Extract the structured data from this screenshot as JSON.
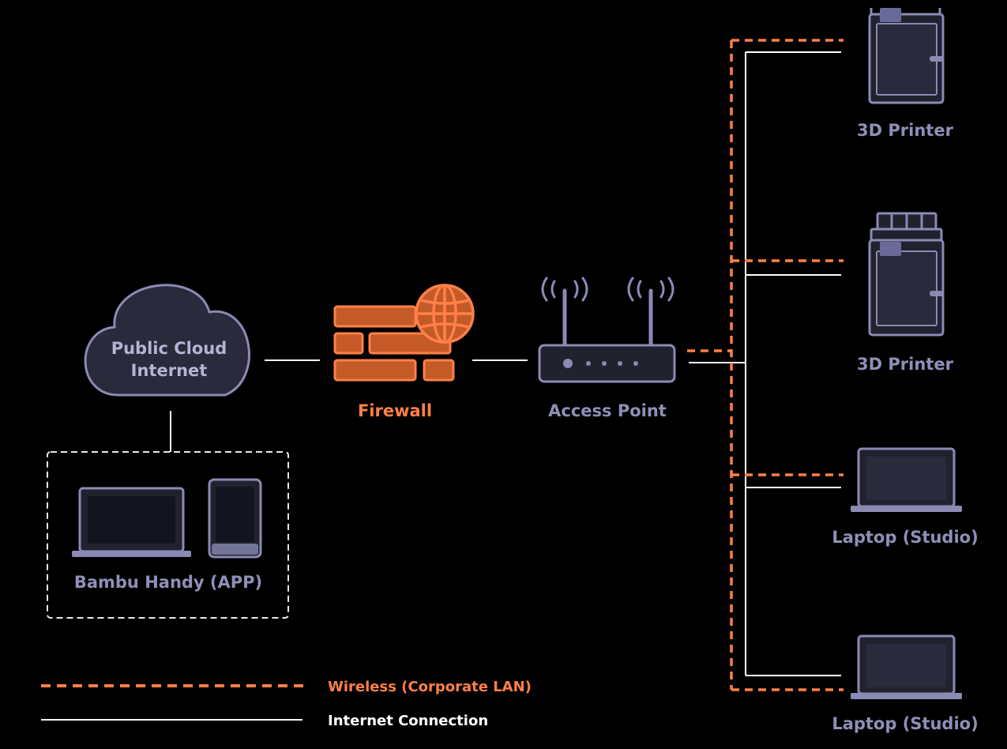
{
  "colors": {
    "background": "#000000",
    "device_stroke": "#8a8ab4",
    "device_fill": "#22222f",
    "wireless": "#ff8048",
    "wired": "#ffffff"
  },
  "nodes": {
    "cloud": {
      "line1": "Public Cloud",
      "line2": "Internet",
      "icon": "cloud-icon"
    },
    "firewall": {
      "label": "Firewall",
      "icon": "firewall-icon"
    },
    "access_point": {
      "label": "Access Point",
      "icon": "router-icon"
    },
    "app_group": {
      "label": "Bambu Handy (APP)",
      "icons": [
        "laptop-icon",
        "phone-icon"
      ]
    },
    "printer_1": {
      "label": "3D Printer",
      "icon": "printer-icon"
    },
    "printer_2": {
      "label": "3D Printer",
      "icon": "printer-icon"
    },
    "laptop_1": {
      "label": "Laptop (Studio)",
      "icon": "laptop-icon"
    },
    "laptop_2": {
      "label": "Laptop (Studio)",
      "icon": "laptop-icon"
    }
  },
  "legend": {
    "wireless": "Wireless (Corporate LAN)",
    "wired": "Internet Connection"
  }
}
